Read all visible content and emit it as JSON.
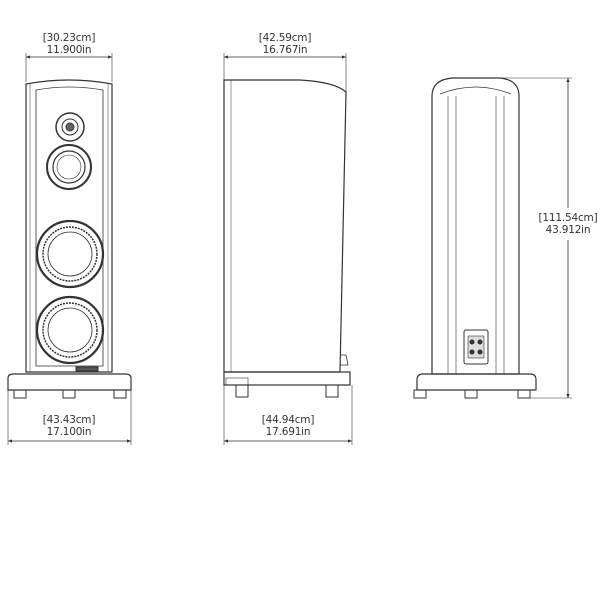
{
  "views": {
    "front": {
      "top_dimension": {
        "metric": "[30.23cm]",
        "imperial": "11.900in"
      },
      "bottom_dimension": {
        "metric": "[43.43cm]",
        "imperial": "17.100in"
      }
    },
    "side": {
      "top_dimension": {
        "metric": "[42.59cm]",
        "imperial": "16.767in"
      },
      "bottom_dimension": {
        "metric": "[44.94cm]",
        "imperial": "17.691in"
      }
    },
    "rear": {
      "height_dimension": {
        "metric": "[111.54cm]",
        "imperial": "43.912in"
      }
    }
  },
  "colors": {
    "line": "#333333",
    "dim": "#555555"
  }
}
